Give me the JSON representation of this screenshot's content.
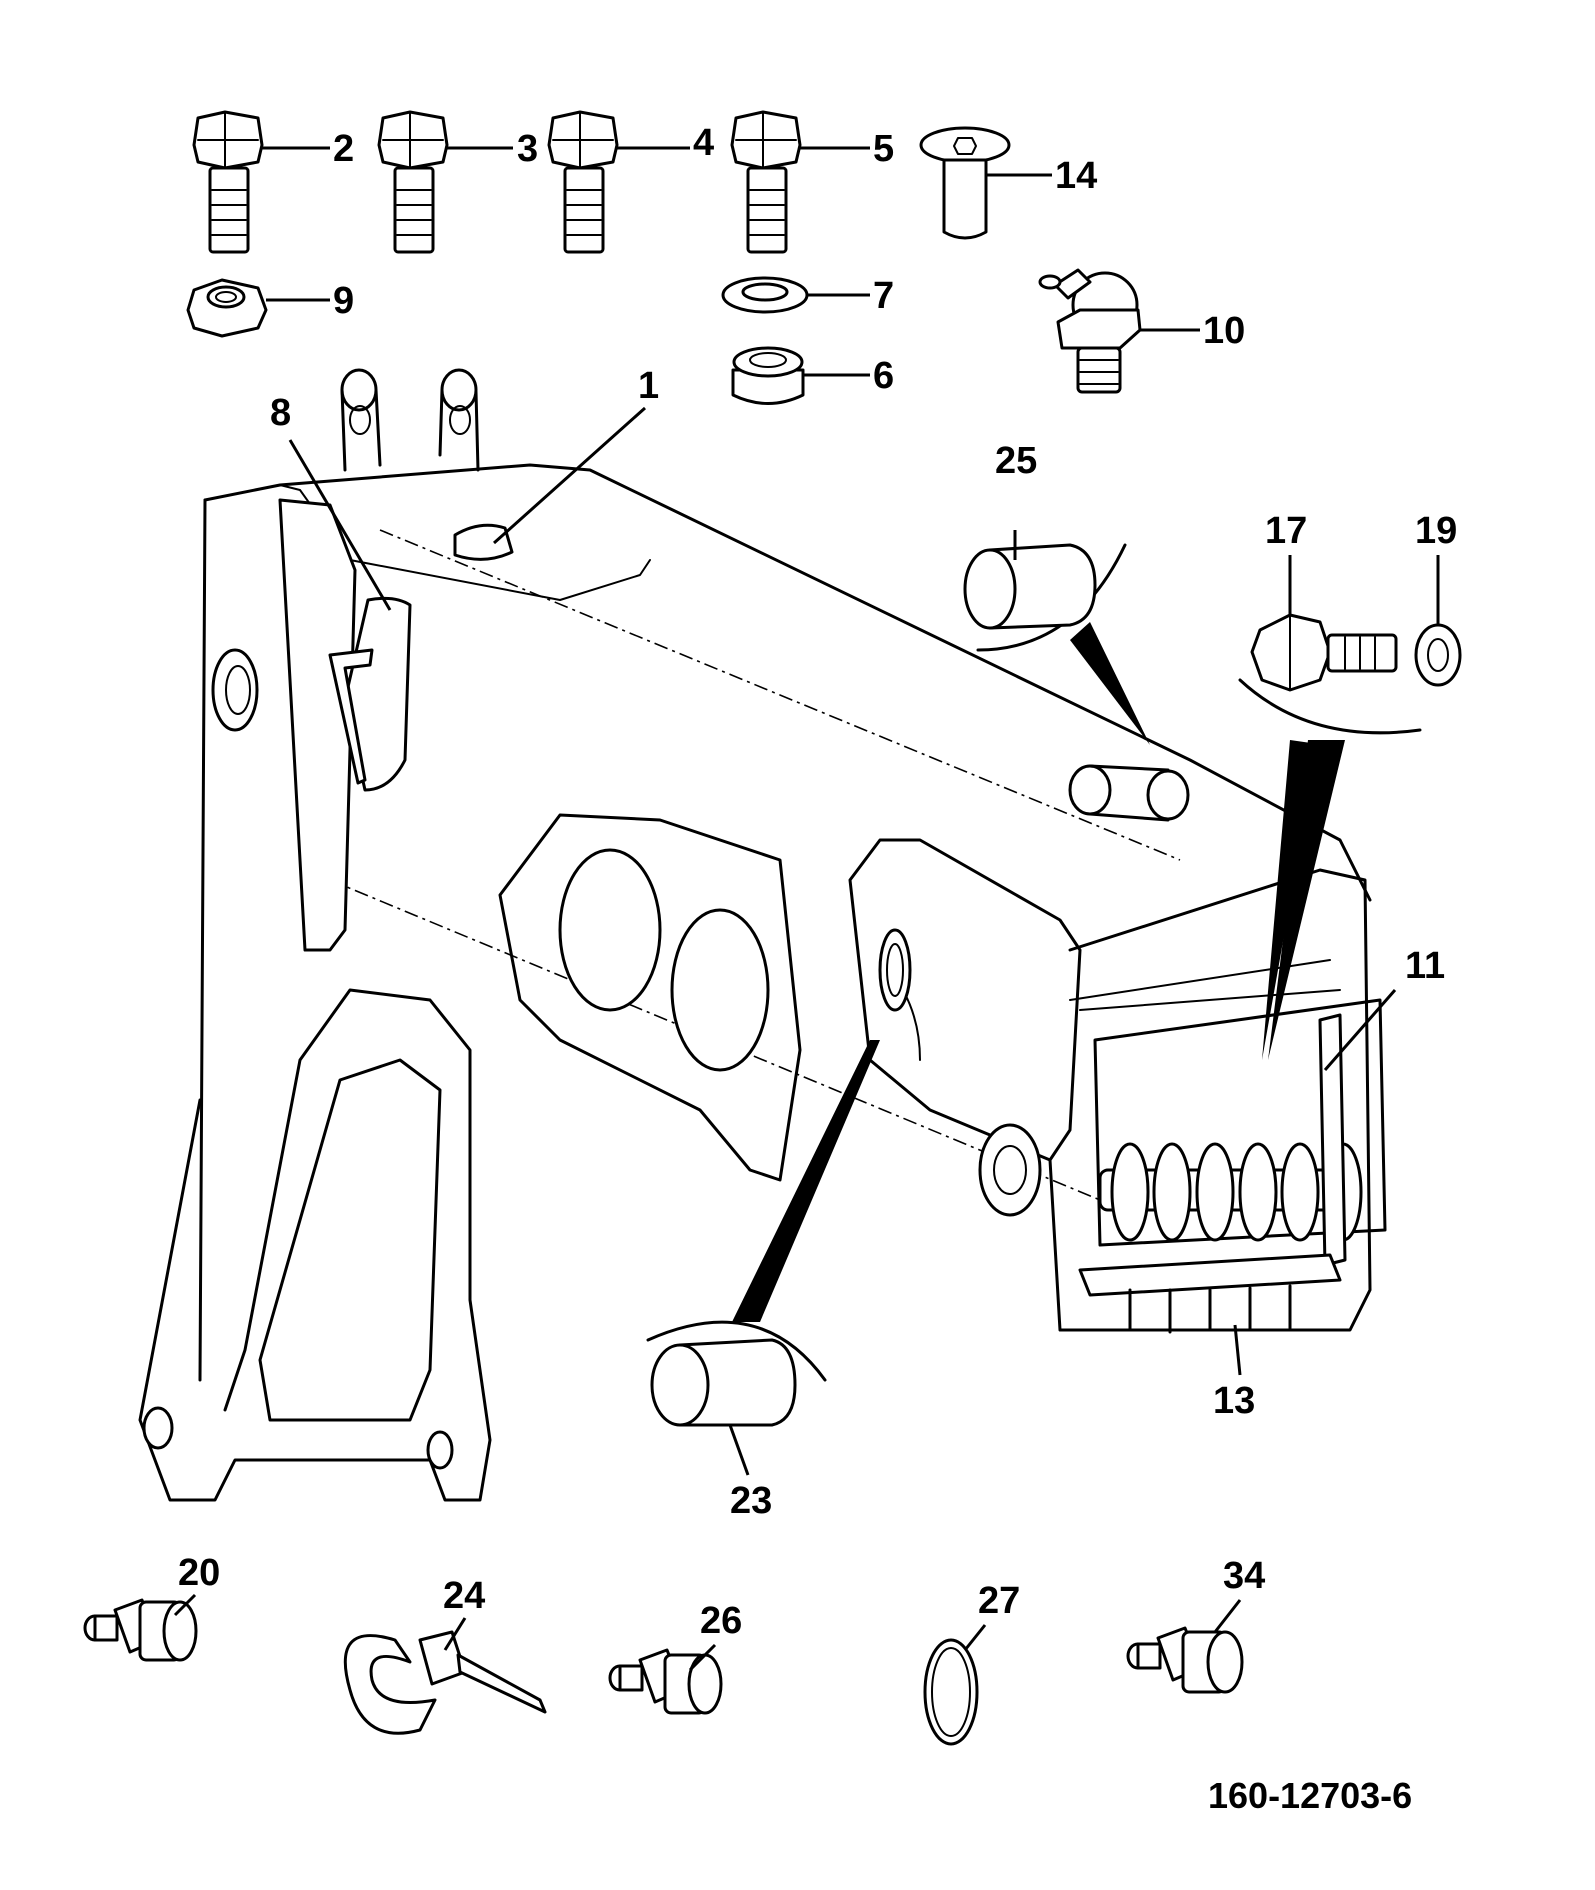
{
  "callouts": {
    "c1": "1",
    "c2": "2",
    "c3": "3",
    "c4": "4",
    "c5": "5",
    "c6": "6",
    "c7": "7",
    "c8": "8",
    "c9": "9",
    "c10": "10",
    "c11": "11",
    "c13": "13",
    "c14": "14",
    "c17": "17",
    "c19": "19",
    "c20": "20",
    "c23": "23",
    "c24": "24",
    "c25": "25",
    "c26": "26",
    "c27": "27",
    "c34": "34"
  },
  "drawing_code": "160-12703-6"
}
